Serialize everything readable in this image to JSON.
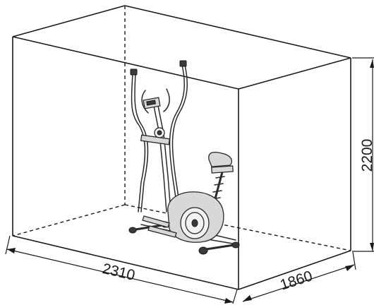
{
  "dimensions": {
    "width": "2310",
    "depth": "1860",
    "height": "2200"
  }
}
